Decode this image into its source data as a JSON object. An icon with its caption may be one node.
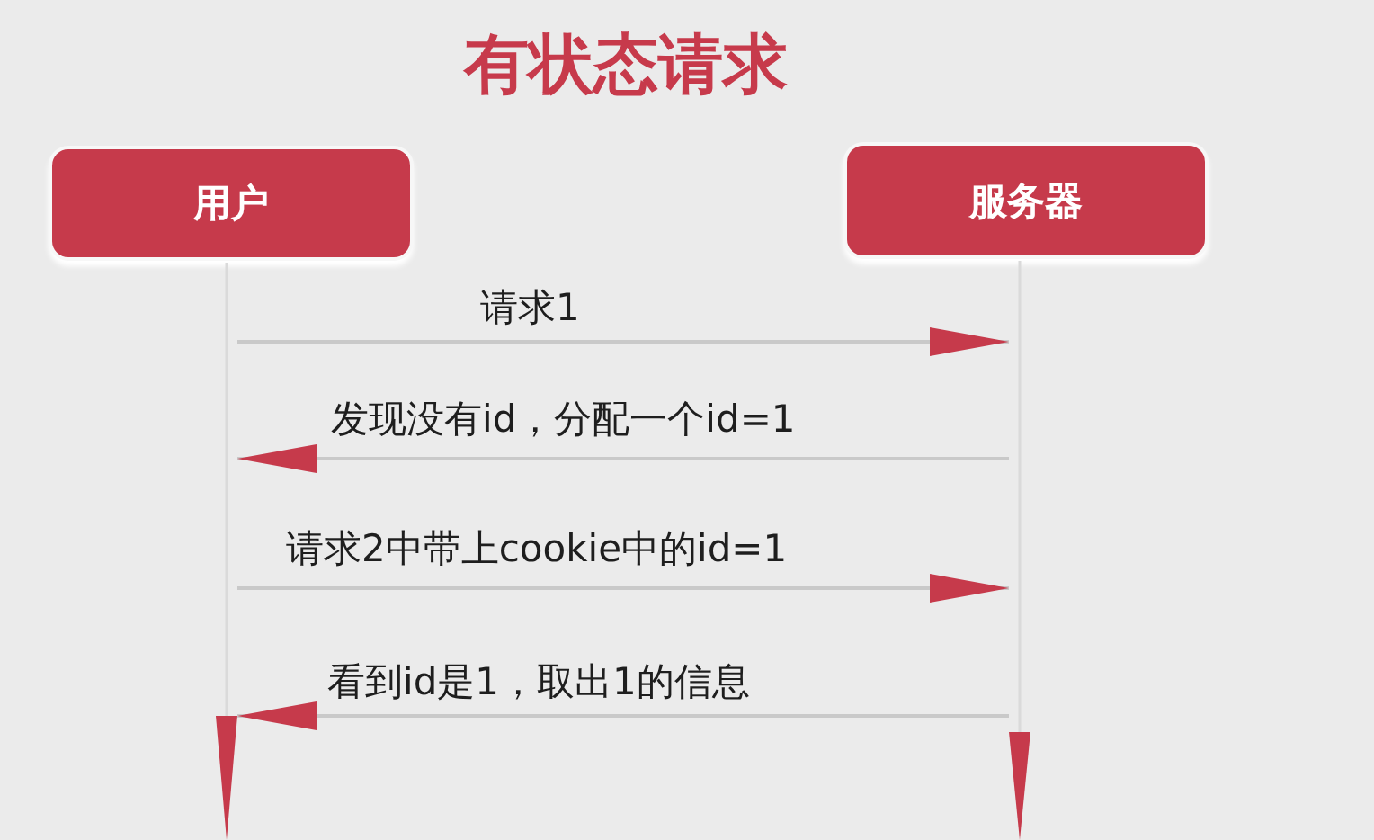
{
  "diagram": {
    "title": "有状态请求",
    "nodes": [
      {
        "text": [
          "用户"
        ]
      },
      {
        "text": [
          "服务器"
        ]
      },
      {
        "text": [],
        "shape": "bar"
      },
      {
        "text": [],
        "shape": "bar"
      }
    ],
    "edges": [
      {
        "from": 2,
        "to": 3,
        "arrow": "to",
        "label": "请求1"
      },
      {
        "from": 3,
        "to": 2,
        "arrow": "to",
        "label": "发现没有id，分配一个id=1"
      },
      {
        "from": 2,
        "to": 3,
        "arrow": "to",
        "label": "请求2中带上cookie中的id=1"
      },
      {
        "from": 3,
        "to": 2,
        "arrow": "to",
        "label": "看到id是1，取出1的信息"
      }
    ]
  }
}
